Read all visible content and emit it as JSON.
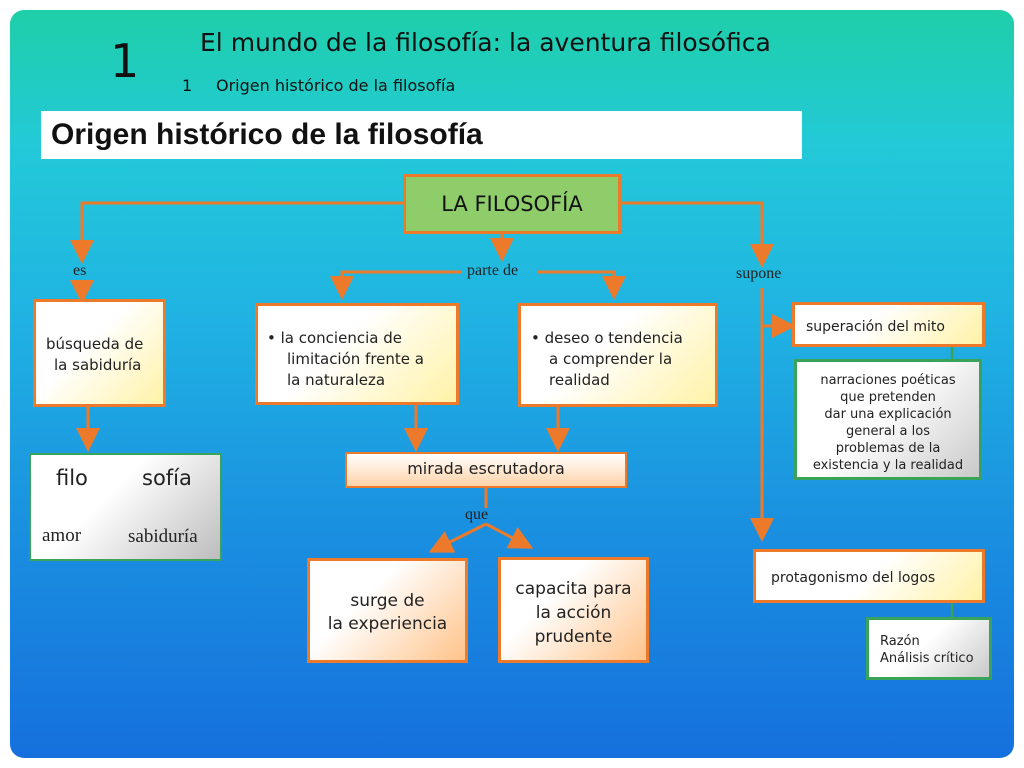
{
  "header": {
    "chapter_number": "1",
    "chapter_title": "El mundo de la filosofía: la aventura filosófica",
    "section_index": "1",
    "section_name": "Origen histórico de la filosofía",
    "page_title": "Origen histórico de la filosofía"
  },
  "diagram": {
    "root": "LA FILOSOFÍA",
    "edge_labels": {
      "es": "es",
      "parte_de": "parte de",
      "supone": "supone",
      "que": "que"
    },
    "busqueda": [
      "búsqueda de",
      "la sabiduría"
    ],
    "etymology": {
      "filo": "filo",
      "sofia": "sofía",
      "amor": "amor",
      "sabiduria": "sabiduría"
    },
    "conciencia": [
      "• la conciencia de",
      "limitación frente a",
      "la naturaleza"
    ],
    "deseo": [
      "• deseo o tendencia",
      "a comprender la",
      "realidad"
    ],
    "mirada": "mirada escrutadora",
    "surge": [
      "surge de",
      "la experiencia"
    ],
    "capacita": [
      "capacita para",
      "la acción",
      "prudente"
    ],
    "superacion": "superación del mito",
    "narraciones": [
      "narraciones poéticas",
      "que pretenden",
      "dar una explicación",
      "general a los",
      "problemas de la",
      "existencia y la realidad"
    ],
    "protagonismo": "protagonismo del logos",
    "razon": [
      "Razón",
      "Análisis crítico"
    ]
  },
  "colors": {
    "orange": "#ec7a2a",
    "green_border": "#3aa35a",
    "root_fill": "#8fcc6a"
  }
}
